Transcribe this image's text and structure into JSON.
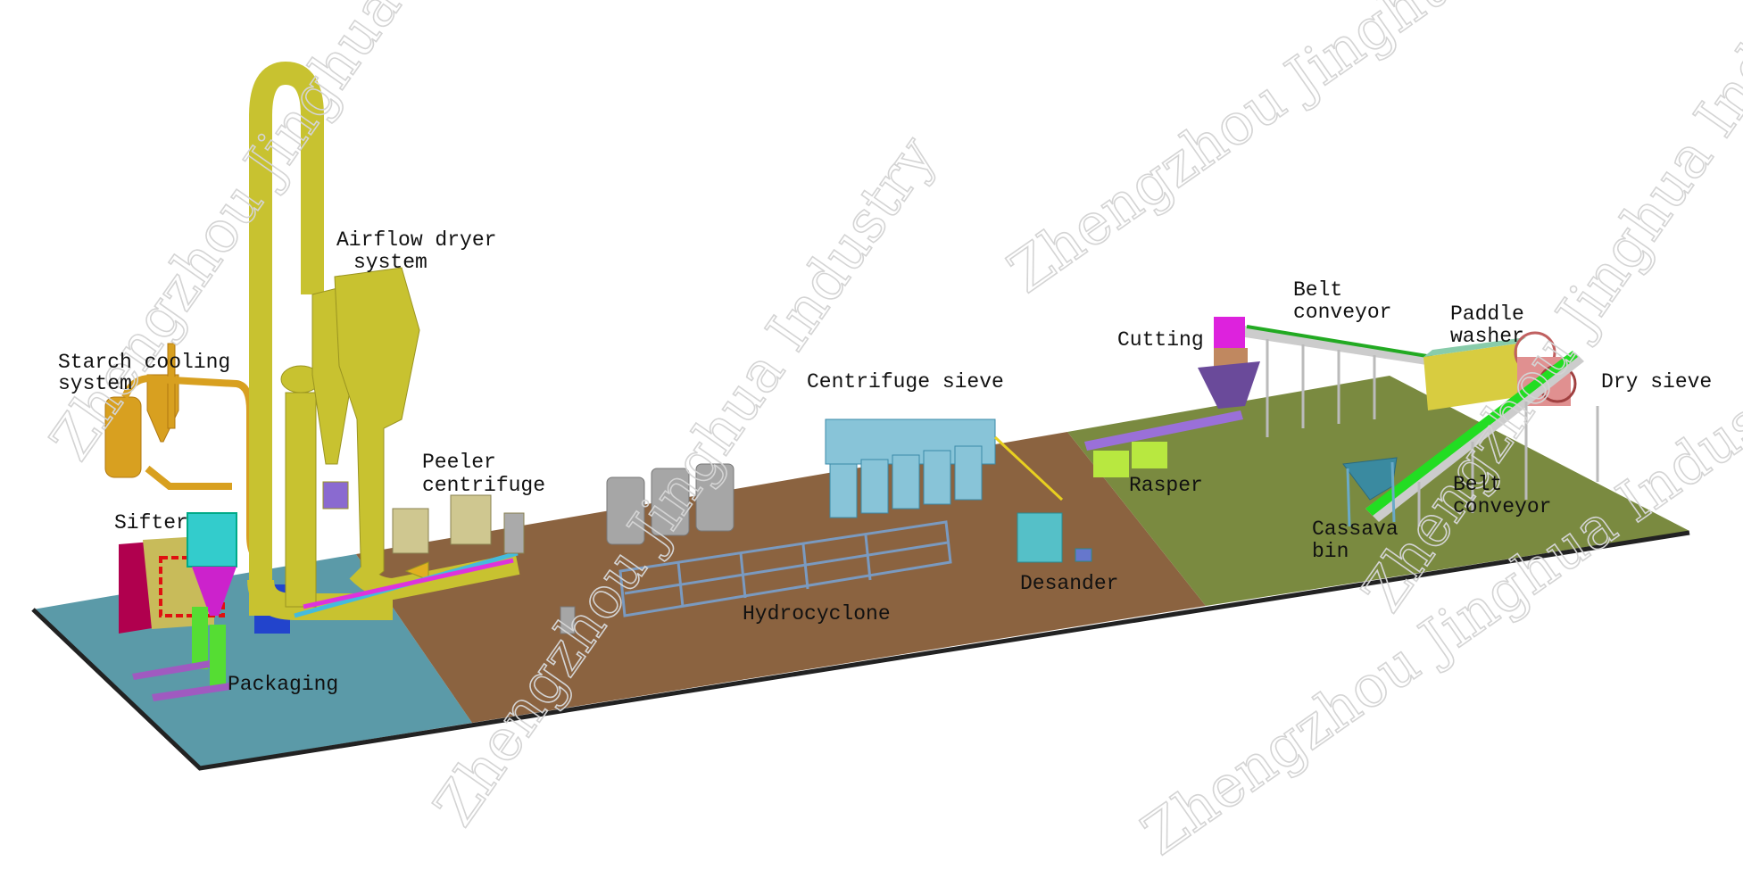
{
  "watermark": "Zhengzhou Jinghua Industry",
  "colors": {
    "floor_packaging": "#5b9aa8",
    "floor_wet": "#8b6340",
    "floor_raw": "#7a8a40",
    "dryer": "#c8c230",
    "conveyor_green": "#22dd22"
  },
  "labels": {
    "airflow_dryer": [
      "Airflow dryer",
      "system"
    ],
    "starch_cooling": [
      "Starch cooling",
      "system"
    ],
    "peeler_centrifuge": [
      "Peeler",
      "centrifuge"
    ],
    "sifter": "Sifter",
    "packaging": "Packaging",
    "centrifuge_sieve": "Centrifuge sieve",
    "hydrocyclone": "Hydrocyclone",
    "desander": "Desander",
    "rasper": "Rasper",
    "cutting": "Cutting",
    "belt_conveyor_top": [
      "Belt",
      "conveyor"
    ],
    "paddle_washer": [
      "Paddle",
      "washer"
    ],
    "dry_sieve": "Dry sieve",
    "belt_conveyor_lower": [
      "Belt",
      "conveyor"
    ],
    "cassava_bin": [
      "Cassava",
      "bin"
    ]
  }
}
